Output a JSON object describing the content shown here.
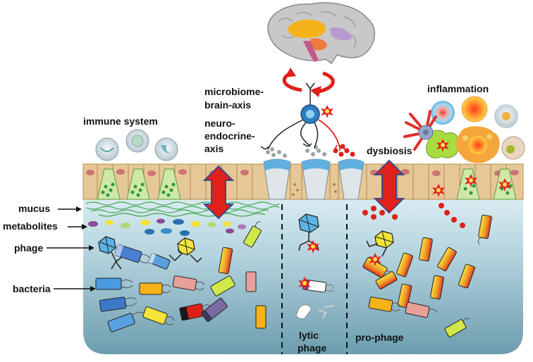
{
  "labels": {
    "immune_system": "immune system",
    "microbiome_brain_axis_line1": "microbiome-",
    "microbiome_brain_axis_line2": "brain-axis",
    "neuro_endocrine_line1": "neuro-",
    "neuro_endocrine_line2": "endocrine-",
    "neuro_endocrine_line3": "axis",
    "inflammation": "inflammation",
    "dysbiosis": "dysbiosis",
    "mucus": "mucus",
    "metabolites": "metabolites",
    "phage": "phage",
    "bacteria": "bacteria",
    "lytic_phage_line1": "lytic",
    "lytic_phage_line2": "phage",
    "pro_phage": "pro-phage"
  },
  "colors": {
    "lumen_top": "#cfe3ea",
    "lumen_bottom": "#6e9fb0",
    "epithelium": "#e8c99a",
    "goblet": "#7fbf4d",
    "arrow_red": "#e0201a",
    "arrow_outline": "#3a4a8a",
    "neuron_blue": "#2f7fbf",
    "phage_blue": "#5ab4e6",
    "phage_yellow": "#f2e43a",
    "burst_red": "#e82020"
  },
  "icons": {
    "brain": "brain-icon",
    "neuron": "neuron-icon",
    "cycle_arrow": "cycle-arrow-icon",
    "immune_cell": "immune-cell-icon",
    "phage": "phage-icon",
    "bacterium": "bacterium-icon",
    "double_arrow": "double-arrow-icon"
  }
}
